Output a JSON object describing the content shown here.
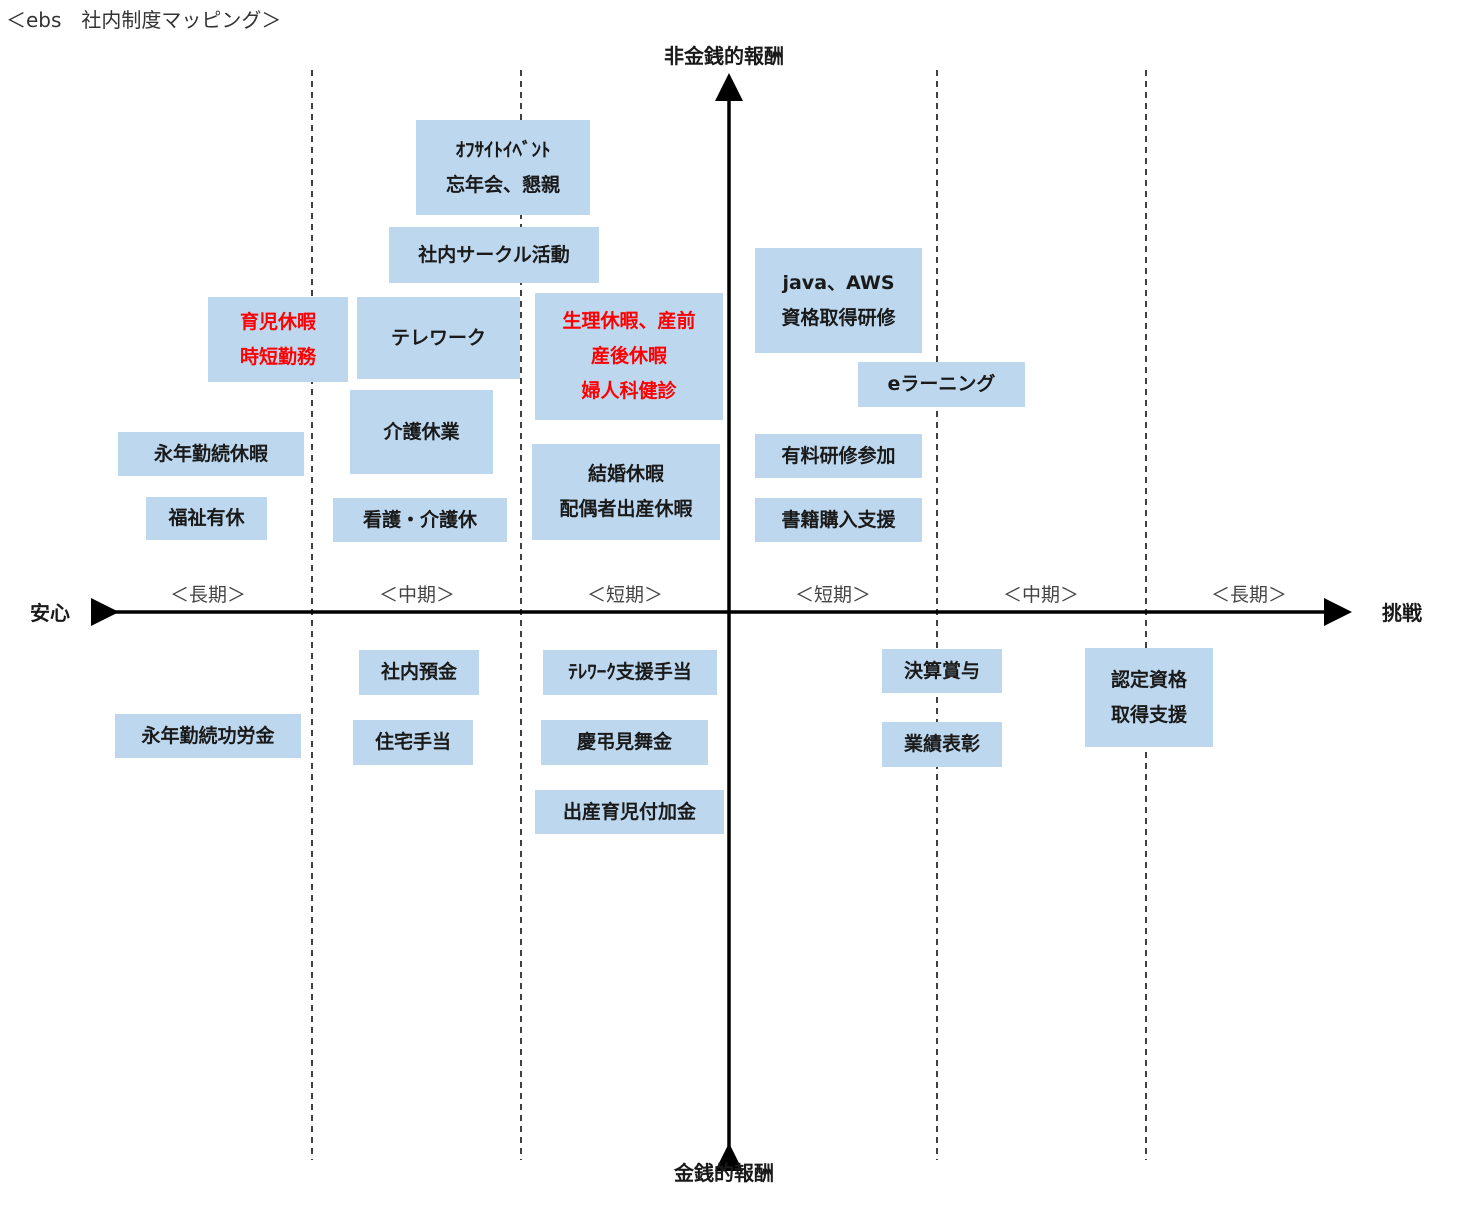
{
  "title": "＜ebs　社内制度マッピング＞",
  "axes": {
    "top": "非金銭的報酬",
    "bottom": "金銭的報酬",
    "left": "安心",
    "right": "挑戦"
  },
  "periods": [
    "＜長期＞",
    "＜中期＞",
    "＜短期＞",
    "＜短期＞",
    "＜中期＞",
    "＜長期＞"
  ],
  "colors": {
    "box": "#bdd7ee",
    "highlight": "#ff0000",
    "axis": "#000000"
  },
  "boxes": {
    "offsite": [
      "ｵﾌｻｲﾄｲﾍﾞﾝﾄ",
      "忘年会、懇親"
    ],
    "circle": [
      "社内サークル活動"
    ],
    "childcare": [
      "育児休暇",
      "時短勤務"
    ],
    "telework": [
      "テレワーク"
    ],
    "menstrual": [
      "生理休暇、産前",
      "産後休暇",
      "婦人科健診"
    ],
    "java": [
      "java、AWS",
      "資格取得研修"
    ],
    "elearning": [
      "eラーニング"
    ],
    "nursing_leave": [
      "介護休業"
    ],
    "long_service_leave": [
      "永年勤続休暇"
    ],
    "paid_training": [
      "有料研修参加"
    ],
    "marriage": [
      "結婚休暇",
      "配偶者出産休暇"
    ],
    "welfare_leave": [
      "福祉有休"
    ],
    "care_leave": [
      "看護・介護休"
    ],
    "books": [
      "書籍購入支援"
    ],
    "savings": [
      "社内預金"
    ],
    "telework_allowance": [
      "ﾃﾚﾜｰｸ支援手当"
    ],
    "settlement_bonus": [
      "決算賞与"
    ],
    "certification": [
      "認定資格",
      "取得支援"
    ],
    "long_service_award": [
      "永年勤続功労金"
    ],
    "housing": [
      "住宅手当"
    ],
    "condolence": [
      "慶弔見舞金"
    ],
    "performance": [
      "業績表彰"
    ],
    "birth_allowance": [
      "出産育児付加金"
    ]
  }
}
